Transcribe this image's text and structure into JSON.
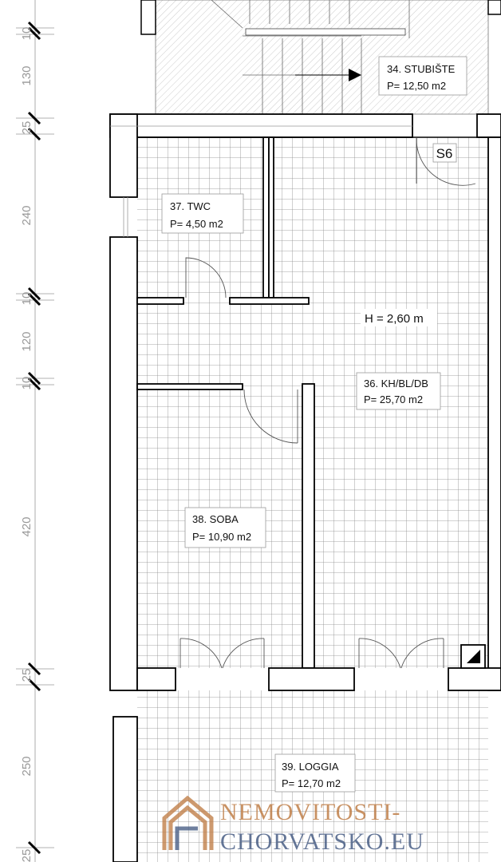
{
  "rooms": {
    "stair": {
      "name": "34. STUBIŠTE",
      "area": "P= 12,50 m2"
    },
    "twc": {
      "name": "37. TWC",
      "area": "P= 4,50 m2"
    },
    "living": {
      "name": "36. KH/BL/DB",
      "area": "P= 25,70 m2"
    },
    "room": {
      "name": "38. SOBA",
      "area": "P= 10,90 m2"
    },
    "loggia": {
      "name": "39. LOGGIA",
      "area": "P= 12,70 m2"
    }
  },
  "door_tag": "S6",
  "height_label": "H = 2,60 m",
  "dimensions": [
    "10",
    "130",
    "25",
    "240",
    "10",
    "120",
    "10",
    "420",
    "25",
    "250",
    "25"
  ],
  "watermark": {
    "line1": "NEMOVITOSTI-",
    "line2": "CHORVATSKO.EU"
  },
  "colors": {
    "wall": "#000000",
    "grid": "#8a8a8a",
    "watermark_top": "#c0804a",
    "watermark_bottom": "#4a5f86"
  }
}
